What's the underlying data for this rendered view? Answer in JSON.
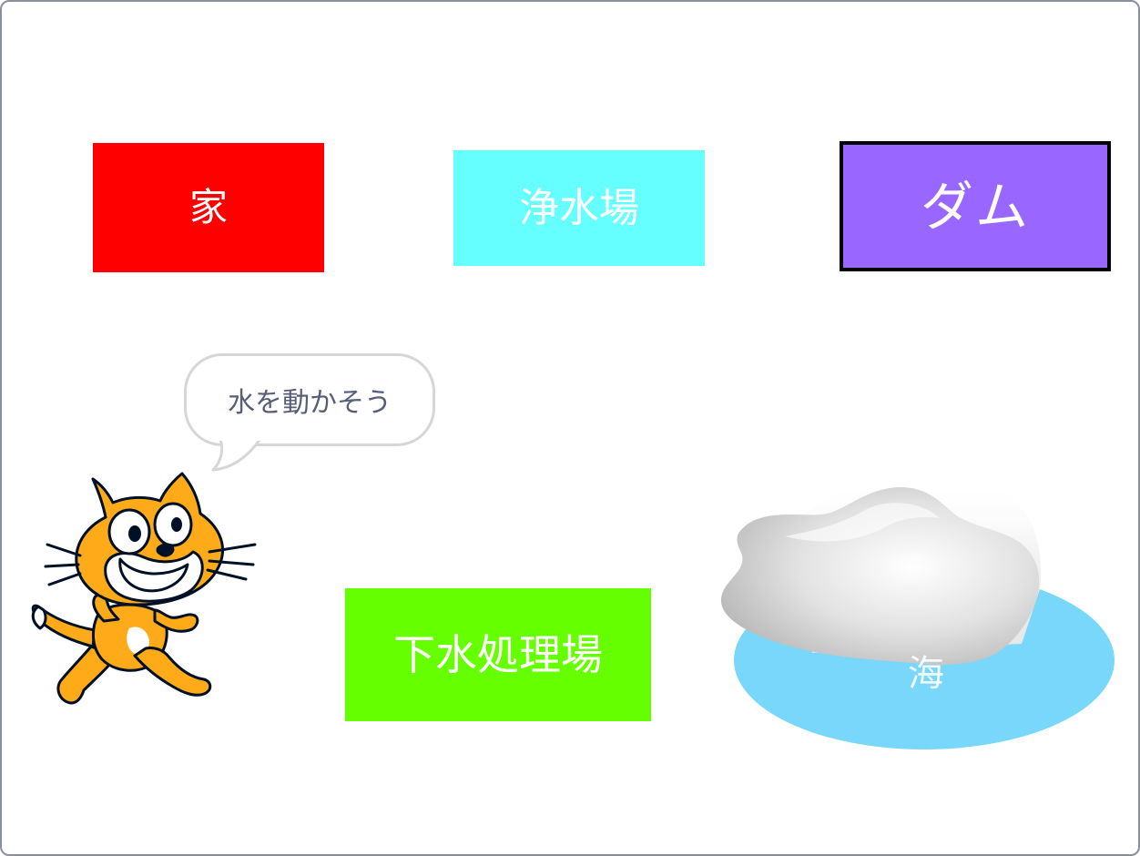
{
  "stage": {
    "speech": "水を動かそう",
    "boxes": {
      "house": {
        "label": "家",
        "color": "#ff0000"
      },
      "purify": {
        "label": "浄水場",
        "color": "#66ffff"
      },
      "dam": {
        "label": "ダム",
        "color": "#9966ff"
      },
      "sewage": {
        "label": "下水処理場",
        "color": "#66ff00"
      }
    },
    "sea": {
      "label": "海",
      "color": "#78d7fb"
    }
  }
}
